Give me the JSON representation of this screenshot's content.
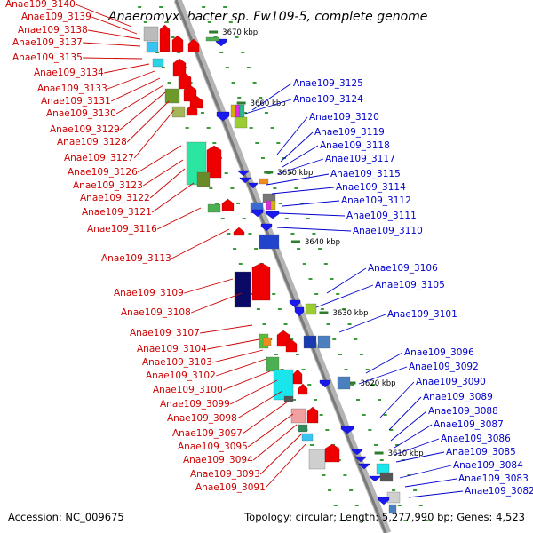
{
  "title": "Anaeromyxobacter sp. Fw109-5, complete genome",
  "accession": "Accession: NC_009675",
  "topology": "Topology: circular; Length: 5,277,990 bp; Genes: 4,523",
  "scale_marks": [
    "3670 kbp",
    "3660 kbp",
    "3650 kbp",
    "3640 kbp",
    "3630 kbp",
    "3620 kbp",
    "3610 kbp"
  ],
  "left_genes": [
    "Anae109_3140",
    "Anae109_3139",
    "Anae109_3138",
    "Anae109_3137",
    "Anae109_3135",
    "Anae109_3134",
    "Anae109_3133",
    "Anae109_3131",
    "Anae109_3130",
    "Anae109_3129",
    "Anae109_3128",
    "Anae109_3127",
    "Anae109_3126",
    "Anae109_3123",
    "Anae109_3122",
    "Anae109_3121",
    "Anae109_3116",
    "Anae109_3113",
    "Anae109_3109",
    "Anae109_3108",
    "Anae109_3107",
    "Anae109_3104",
    "Anae109_3103",
    "Anae109_3102",
    "Anae109_3100",
    "Anae109_3099",
    "Anae109_3098",
    "Anae109_3097",
    "Anae109_3095",
    "Anae109_3094",
    "Anae109_3093",
    "Anae109_3091"
  ],
  "right_genes": [
    "Anae109_3125",
    "Anae109_3124",
    "Anae109_3120",
    "Anae109_3119",
    "Anae109_3118",
    "Anae109_3117",
    "Anae109_3115",
    "Anae109_3114",
    "Anae109_3112",
    "Anae109_3111",
    "Anae109_3110",
    "Anae109_3106",
    "Anae109_3105",
    "Anae109_3101",
    "Anae109_3096",
    "Anae109_3092",
    "Anae109_3090",
    "Anae109_3089",
    "Anae109_3088",
    "Anae109_3087",
    "Anae109_3086",
    "Anae109_3085",
    "Anae109_3084",
    "Anae109_3083",
    "Anae109_3082"
  ],
  "colors": {
    "forward_strand": "#ee0000",
    "reverse_strand": "#1a1aee",
    "backbone": "#888888",
    "scale_dots": "#3a9a3a",
    "left_label": "#cc0000",
    "right_label": "#0000cc"
  }
}
